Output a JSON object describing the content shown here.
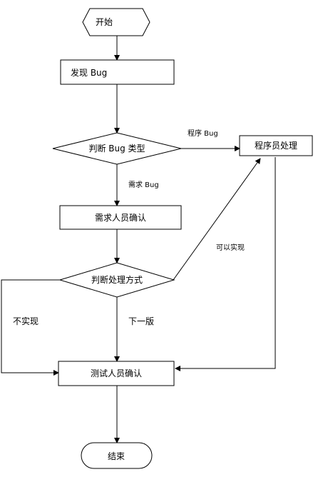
{
  "diagram": {
    "nodes": {
      "start": "开始",
      "find_bug": "发现 Bug",
      "judge_type": "判断 Bug 类型",
      "programmer": "程序员处理",
      "req_confirm": "需求人员确认",
      "judge_method": "判断处理方式",
      "test_confirm": "测试人员确认",
      "end": "结束"
    },
    "edges": {
      "program_bug": "程序 Bug",
      "req_bug": "需求 Bug",
      "can_impl": "可以实现",
      "not_impl": "不实现",
      "next_ver": "下一版"
    }
  }
}
